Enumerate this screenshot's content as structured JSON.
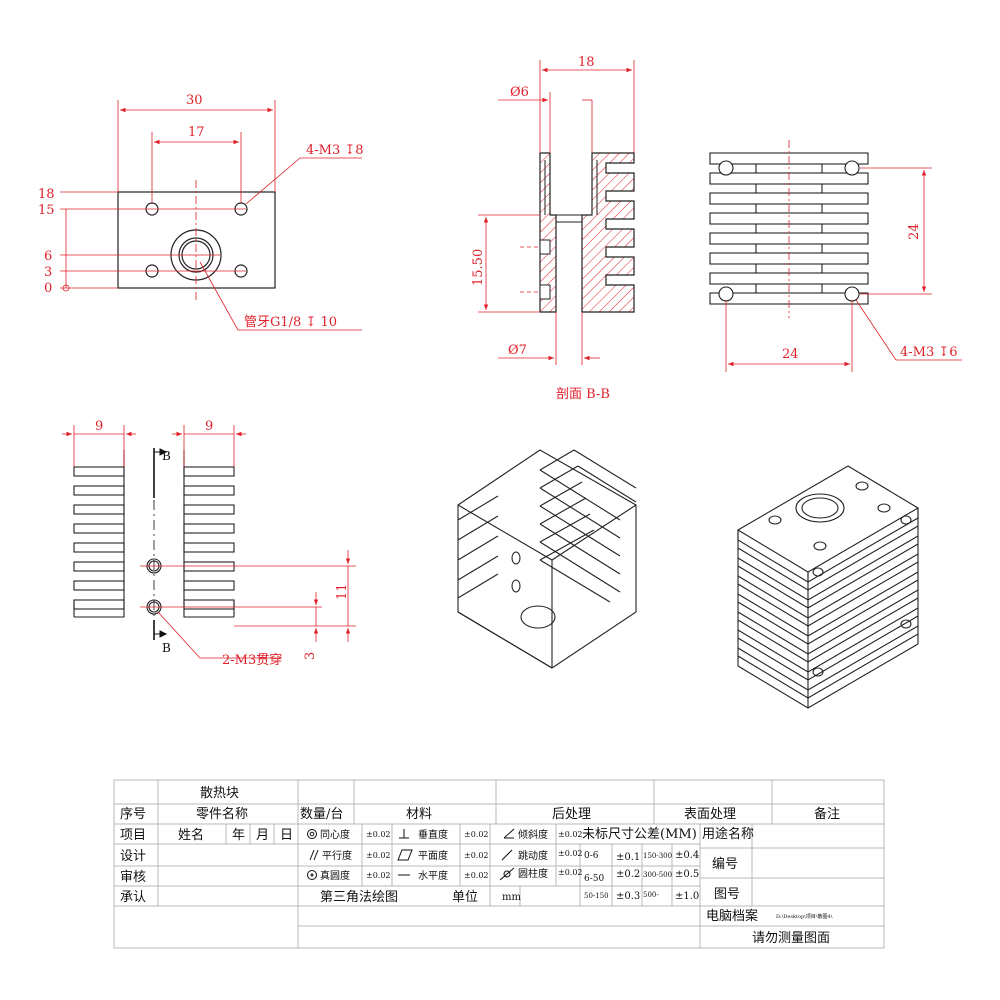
{
  "colors": {
    "dimension": "#e0202a",
    "outline": "#222222",
    "hatch": "#e0202a"
  },
  "top_view": {
    "width": "30",
    "hole_spacing": "17",
    "ticks": [
      "18",
      "15",
      "6",
      "3",
      "0"
    ],
    "callout_holes": "4-M3 ↧8",
    "callout_pipe": "管牙G1/8 ↧ 10"
  },
  "section_view": {
    "width": "18",
    "bore_top": "Ø6",
    "bore_bottom": "Ø7",
    "height": "15.50",
    "caption": "剖面 B-B"
  },
  "side_view": {
    "height": "24",
    "width": "24",
    "callout": "4-M3 ↧6"
  },
  "front_view": {
    "left_fin": "9",
    "right_fin": "9",
    "dim_11": "11",
    "dim_3": "3",
    "section_mark_top": "B",
    "section_mark_bottom": "B",
    "callout": "2-M3贯穿"
  },
  "title_block": {
    "part_title": "散热块",
    "headers": {
      "seq": "序号",
      "part_name": "零件名称",
      "qty": "数量/台",
      "material": "材料",
      "post": "后处理",
      "surface": "表面处理",
      "remark": "备注"
    },
    "rows": {
      "item": "项目",
      "name": "姓名",
      "year": "年",
      "month": "月",
      "day": "日",
      "design": "设计",
      "review": "审核",
      "approve": "承认"
    },
    "tolerances": {
      "concentricity": "同心度",
      "perpendicularity": "垂直度",
      "inclination": "倾斜度",
      "parallelism": "平行度",
      "flatness": "平面度",
      "runout": "跳动度",
      "roundness": "真圆度",
      "horizontality": "水平度",
      "cylindricity": "圆柱度",
      "value": "±0.02"
    },
    "general_tol_title": "未标尺寸公差(MM)",
    "general_tol": [
      [
        "0-6",
        "±0.1",
        "150-300",
        "±0.4"
      ],
      [
        "6-50",
        "±0.2",
        "300-500",
        "±0.5"
      ],
      [
        "50-150",
        "±0.3",
        "500-",
        "±1.0"
      ]
    ],
    "projection": "第三角法绘图",
    "unit_label": "单位",
    "unit": "mm",
    "purpose": "用途名称",
    "number": "编号",
    "drawing": "图号",
    "archive_label": "电脑档案",
    "archive_path": "D:\\Desktop\\项目\\散图4\\",
    "note": "请勿测量图面"
  }
}
